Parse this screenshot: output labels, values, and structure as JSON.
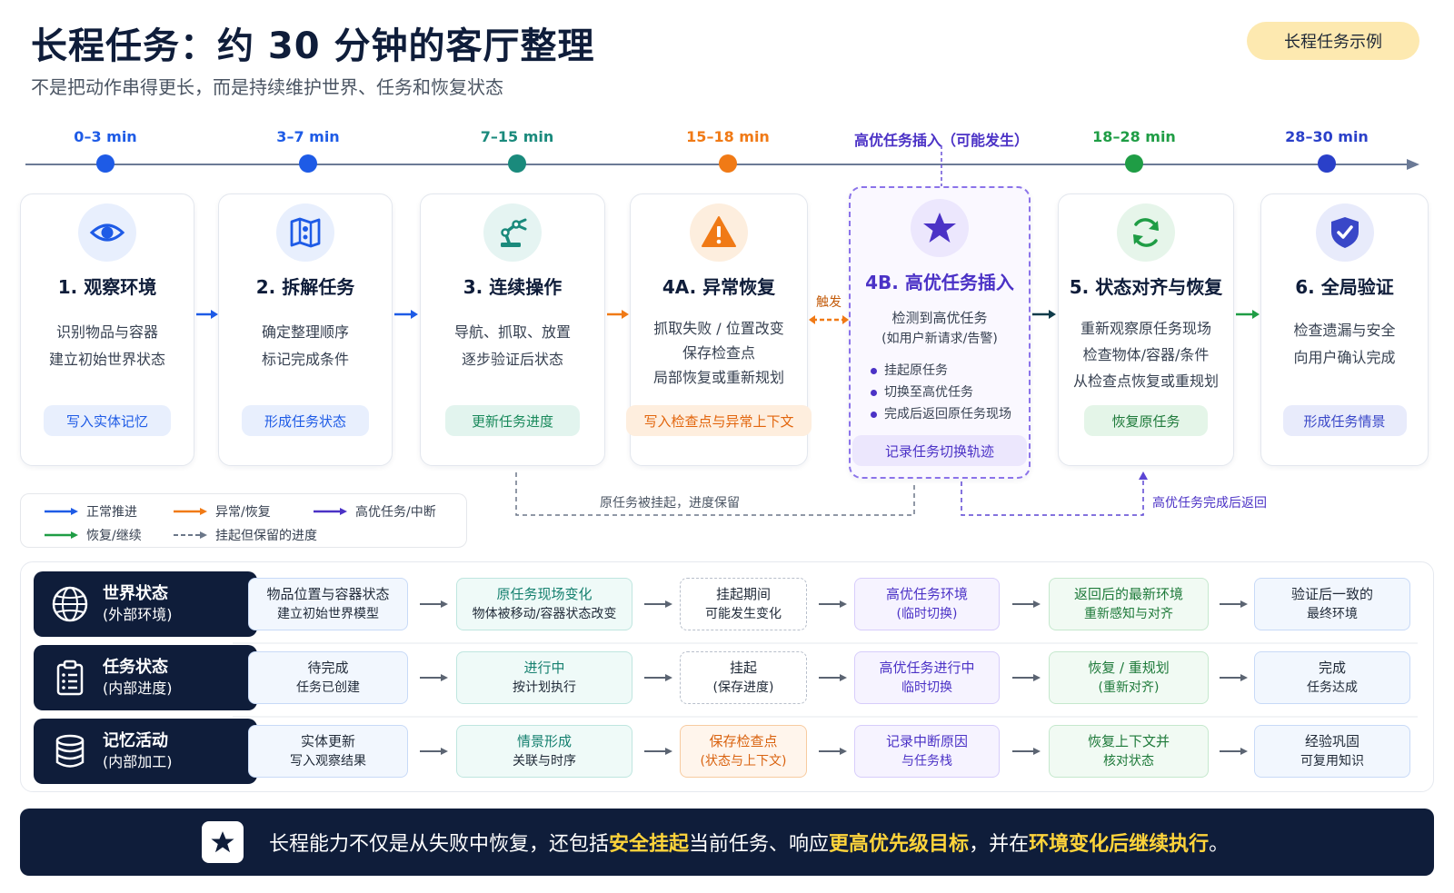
{
  "header": {
    "title": "长程任务：约 30 分钟的客厅整理",
    "subtitle": "不是把动作串得更长，而是持续维护世界、任务和恢复状态",
    "badge": "长程任务示例"
  },
  "timeline": {
    "times": [
      "0–3 min",
      "3–7 min",
      "7–15 min",
      "15–18 min",
      "高优任务插入（可能发生）",
      "18–28 min",
      "28–30 min"
    ]
  },
  "cards": [
    {
      "title": "1. 观察环境",
      "lines": [
        "识别物品与容器",
        "建立初始世界状态"
      ],
      "tag": "写入实体记忆",
      "icon": "eye-icon"
    },
    {
      "title": "2. 拆解任务",
      "lines": [
        "确定整理顺序",
        "标记完成条件"
      ],
      "tag": "形成任务状态",
      "icon": "map-icon"
    },
    {
      "title": "3. 连续操作",
      "lines": [
        "导航、抓取、放置",
        "逐步验证后状态"
      ],
      "tag": "更新任务进度",
      "icon": "robot-arm-icon"
    },
    {
      "title": "4A. 异常恢复",
      "lines": [
        "抓取失败 / 位置改变",
        "保存检查点",
        "局部恢复或重新规划"
      ],
      "tag": "写入检查点与异常上下文",
      "icon": "warning-icon"
    },
    {
      "title": "4B. 高优任务插入",
      "lines": [
        "检测到高优任务",
        "(如用户新请求/告警)"
      ],
      "bullets": [
        "挂起原任务",
        "切换至高优任务",
        "完成后返回原任务现场"
      ],
      "tag": "记录任务切换轨迹",
      "icon": "star-icon"
    },
    {
      "title": "5. 状态对齐与恢复",
      "lines": [
        "重新观察原任务现场",
        "检查物体/容器/条件",
        "从检查点恢复或重规划"
      ],
      "tag": "恢复原任务",
      "icon": "refresh-icon"
    },
    {
      "title": "6. 全局验证",
      "lines": [
        "检查遗漏与安全",
        "向用户确认完成"
      ],
      "tag": "形成任务情景",
      "icon": "shield-check-icon"
    }
  ],
  "connectors": {
    "trigger": "触发",
    "suspended": "原任务被挂起，进度保留",
    "returned": "高优任务完成后返回"
  },
  "legend": {
    "normal": "正常推进",
    "exception": "异常/恢复",
    "priority": "高优任务/中断",
    "resume": "恢复/继续",
    "suspended": "挂起但保留的进度"
  },
  "rows": [
    {
      "title": "世界状态",
      "sub": "(外部环境)",
      "icon": "globe-icon",
      "boxes": [
        {
          "a": "物品位置与容器状态",
          "b": "建立初始世界模型"
        },
        {
          "a": "原任务现场变化",
          "b": "物体被移动/容器状态改变"
        },
        {
          "a": "挂起期间",
          "b": "可能发生变化"
        },
        {
          "a": "高优任务环境",
          "b": "(临时切换)"
        },
        {
          "a": "返回后的最新环境",
          "b": "重新感知与对齐"
        },
        {
          "a": "验证后一致的",
          "b": "最终环境"
        }
      ]
    },
    {
      "title": "任务状态",
      "sub": "(内部进度)",
      "icon": "clipboard-icon",
      "boxes": [
        {
          "a": "待完成",
          "b": "任务已创建"
        },
        {
          "a": "进行中",
          "b": "按计划执行"
        },
        {
          "a": "挂起",
          "b": "(保存进度)"
        },
        {
          "a": "高优任务进行中",
          "b": "临时切换"
        },
        {
          "a": "恢复 / 重规划",
          "b": "(重新对齐)"
        },
        {
          "a": "完成",
          "b": "任务达成"
        }
      ]
    },
    {
      "title": "记忆活动",
      "sub": "(内部加工)",
      "icon": "database-icon",
      "boxes": [
        {
          "a": "实体更新",
          "b": "写入观察结果"
        },
        {
          "a": "情景形成",
          "b": "关联与时序"
        },
        {
          "a": "保存检查点",
          "b": "(状态与上下文)"
        },
        {
          "a": "记录中断原因",
          "b": "与任务栈"
        },
        {
          "a": "恢复上下文并",
          "b": "核对状态"
        },
        {
          "a": "经验巩固",
          "b": "可复用知识"
        }
      ]
    }
  ],
  "footer": {
    "p1": "长程能力不仅是从失败中恢复，还包括",
    "h1": "安全挂起",
    "p2": "当前任务、响应",
    "h2": "更高优先级目标",
    "p3": "，并在",
    "h3": "环境变化后继续执行",
    "p4": "。"
  },
  "colors": {
    "blue": "#1e5be6",
    "teal": "#1a8a7c",
    "orange": "#f07a16",
    "purple": "#4b32c6",
    "green": "#1f9d45",
    "navy": "#0f1d3a",
    "highlight": "#ffd43b"
  }
}
